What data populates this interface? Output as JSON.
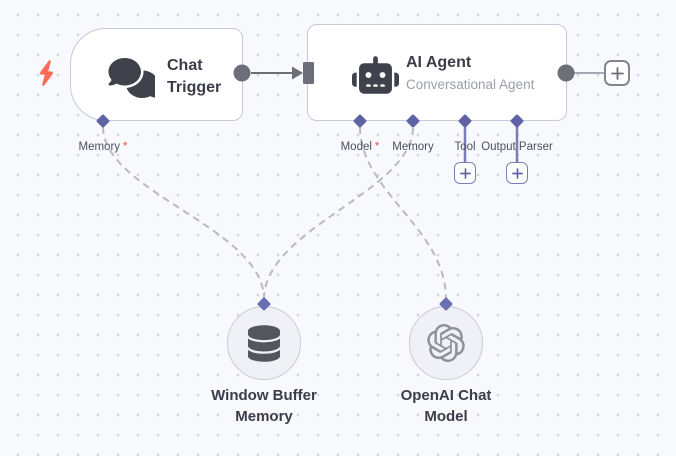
{
  "app": "workflow-editor-canvas",
  "nodes": {
    "chat_trigger": {
      "title": "Chat Trigger",
      "icon": "chat-bubbles-icon",
      "trigger_indicator_icon": "lightning-bolt-icon",
      "ports": {
        "memory": {
          "label": "Memory",
          "required_mark": "*"
        }
      }
    },
    "ai_agent": {
      "title": "AI Agent",
      "subtitle": "Conversational Agent",
      "icon": "robot-icon",
      "ports": {
        "model": {
          "label": "Model",
          "required_mark": "*"
        },
        "memory": {
          "label": "Memory"
        },
        "tool": {
          "label": "Tool"
        },
        "output_parser": {
          "label": "Output Parser"
        }
      }
    },
    "window_buffer_memory": {
      "label": "Window Buffer Memory",
      "icon": "database-icon"
    },
    "openai_chat_model": {
      "label": "OpenAI Chat Model",
      "icon": "openai-logo-icon"
    }
  },
  "connections": [
    {
      "from": "chat_trigger",
      "to": "ai_agent",
      "style": "solid-arrow"
    },
    {
      "from": "window_buffer_memory",
      "to": "chat_trigger.memory",
      "style": "dashed"
    },
    {
      "from": "window_buffer_memory",
      "to": "ai_agent.memory",
      "style": "dashed"
    },
    {
      "from": "openai_chat_model",
      "to": "ai_agent.model",
      "style": "dashed"
    }
  ],
  "colors": {
    "canvas_background": "#f8f9fc",
    "grid_dot": "#d2d5e0",
    "node_border": "#c6c9d8",
    "node_fill": "#ffffff",
    "subnode_fill": "#f0f1f6",
    "connector_gray": "#6c6f78",
    "dashed_line": "#b7bac6",
    "port_diamond": "#5f63a5",
    "plus_indigo": "#7a7eb8",
    "bolt_red": "#ff6b55",
    "title_text": "#3b3d48",
    "subtitle_text": "#9b9ea7",
    "port_label_text": "#4d5060",
    "required_mark": "#e05252",
    "dark_icon": "#3f424b",
    "openai_icon": "#8e919b"
  }
}
